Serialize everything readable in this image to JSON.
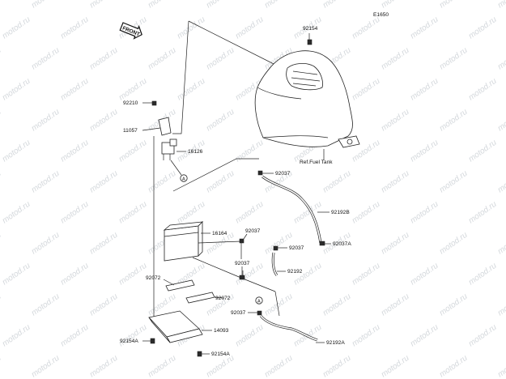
{
  "diagram_code": "E1650",
  "front_marker": "FRONT",
  "ref_label": "Ref.Fuel Tank",
  "callout": "A",
  "watermark": "motod.ru",
  "parts": {
    "p92154": "92154",
    "p92210": "92210",
    "p11057": "11057",
    "p16126": "16126",
    "p92037_a": "92037",
    "p92192B": "92192B",
    "p16164": "16164",
    "p92037_b": "92037",
    "p92037_c": "92037",
    "p92037A": "92037A",
    "p92037_d": "92037",
    "p92192": "92192",
    "p92072_a": "92072",
    "p92072_b": "92072",
    "p92037_e": "92037",
    "p14093": "14093",
    "p92154A_l": "92154A",
    "p92154A_r": "92154A",
    "p92192A": "92192A"
  }
}
